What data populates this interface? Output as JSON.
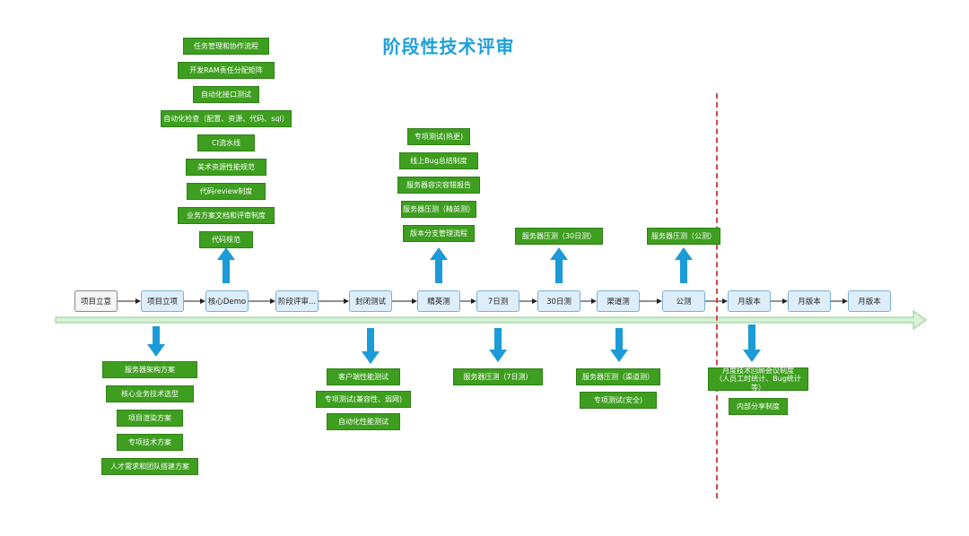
{
  "title": "阶段性技术评审",
  "colors": {
    "title": "#1fa0dc",
    "box": "#3e9e1f",
    "arrow": "#1b9bd7",
    "stage_fill": "#ddeefa",
    "stage_border": "#7ab0d8",
    "timeline": "#c9e8c9",
    "divider": "#d04a4a"
  },
  "icons": {
    "up": "arrow-up-icon",
    "down": "arrow-down-icon"
  },
  "stages": [
    "项目立意",
    "项目立项",
    "核心Demo",
    "阶段评审...",
    "封闭测试",
    "精英测",
    "7日测",
    "30日测",
    "渠道测",
    "公测",
    "月版本",
    "月版本",
    "月版本"
  ],
  "above": {
    "core_demo": [
      "任务管理和协作流程",
      "开发RAM责任分配矩阵",
      "自动化接口测试",
      "自动化检查（配置、资源、代码、sql）",
      "CI流水线",
      "美术资源性能规范",
      "代码review制度",
      "业务方案文档和评审制度",
      "代码规范"
    ],
    "elite_test": [
      "专项测试(热更)",
      "线上Bug总结制度",
      "服务器容灾容错报告",
      "服务器压测（精英测）",
      "版本分支管理流程"
    ],
    "test_30": [
      "服务器压测（30日测）"
    ],
    "public_test": [
      "服务器压测（公测）"
    ]
  },
  "below": {
    "project_approval": [
      "服务器架构方案",
      "核心业务技术选型",
      "项目渲染方案",
      "专项技术方案",
      "人才需求和团队搭建方案"
    ],
    "closed_test": [
      "客户端性能测试",
      "专项测试(兼容性、弱网)",
      "自动化性能测试"
    ],
    "test_7": [
      "服务器压测（7日测）"
    ],
    "channel_test": [
      "服务器压测（渠道测）",
      "专项测试(安全)"
    ],
    "monthly": [
      "月度技术回顾会议制度\n（人员工时统计、Bug统计等）",
      "内部分享制度"
    ]
  }
}
